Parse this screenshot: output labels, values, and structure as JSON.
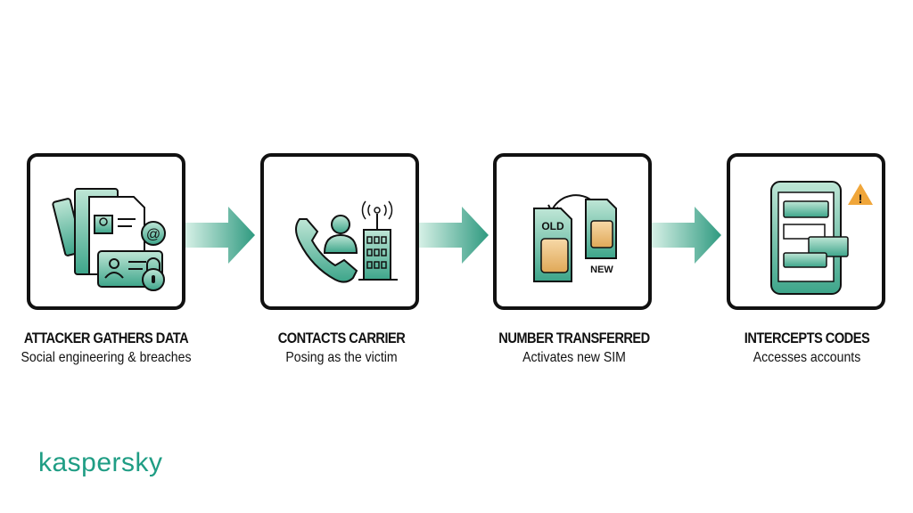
{
  "diagram": {
    "type": "process-flow",
    "colors": {
      "accent": "#3aa88a",
      "accent_light": "#a8dcc8",
      "border": "#111111",
      "chip": "#e8b86a",
      "warning": "#f0a63a"
    },
    "steps": [
      {
        "title": "ATTACKER GATHERS DATA",
        "subtitle": "Social engineering & breaches",
        "icon": "documents-id-lock-icon"
      },
      {
        "title": "CONTACTS CARRIER",
        "subtitle": "Posing as the victim",
        "icon": "phone-person-tower-icon"
      },
      {
        "title": "NUMBER TRANSFERRED",
        "subtitle": "Activates new SIM",
        "icon": "sim-swap-icon",
        "sim_labels": {
          "old": "OLD",
          "new": "NEW"
        }
      },
      {
        "title": "INTERCEPTS CODES",
        "subtitle": "Accesses accounts",
        "icon": "phone-messages-warning-icon"
      }
    ],
    "arrows": 3
  },
  "brand": {
    "logo": "kaspersky"
  }
}
